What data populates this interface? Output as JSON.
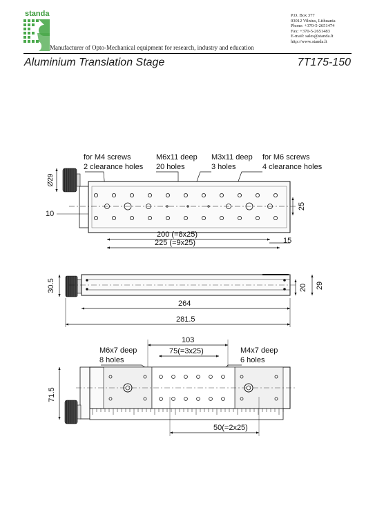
{
  "header": {
    "brand": "standa",
    "tagline": "Manufacturer of Opto-Mechanical equipment for research, industry and education",
    "contact_lines": [
      "P.O. Box 377",
      "03012 Vilnius, Lithuania",
      "Phone: +370-5-2651474",
      "Fax: +370-5-2651483",
      "E-mail: sales@standa.lt",
      "http://www.standa.lt"
    ]
  },
  "title": "Aluminium Translation Stage",
  "model": "7T175-150",
  "top_view": {
    "labels": {
      "m4_screws_a": "for M4 screws",
      "m4_screws_b": "2 clearance holes",
      "m6x11_a": "M6x11 deep",
      "m6x11_b": "20 holes",
      "m3x11_a": "M3x11 deep",
      "m3x11_b": "3 holes",
      "m6_screws_a": "for M6 screws",
      "m6_screws_b": "4 clearance holes"
    },
    "dims": {
      "knob_dia": "Ø29",
      "offset_10": "10",
      "height_25": "25",
      "len_200": "200 (=8x25)",
      "len_225": "225 (=9x25)",
      "off_15": "15"
    }
  },
  "side_view": {
    "dims": {
      "h_30_5": "30.5",
      "h_20": "20",
      "h_29": "29",
      "len_264": "264",
      "len_281_5": "281.5"
    }
  },
  "bottom_view": {
    "labels": {
      "m6x7_a": "M6x7 deep",
      "m6x7_b": "8 holes",
      "m4x7_a": "M4x7 deep",
      "m4x7_b": "6 holes"
    },
    "dims": {
      "len_103": "103",
      "len_75": "75(=3x25)",
      "h_71_5": "71.5",
      "len_50": "50(=2x25)"
    }
  }
}
